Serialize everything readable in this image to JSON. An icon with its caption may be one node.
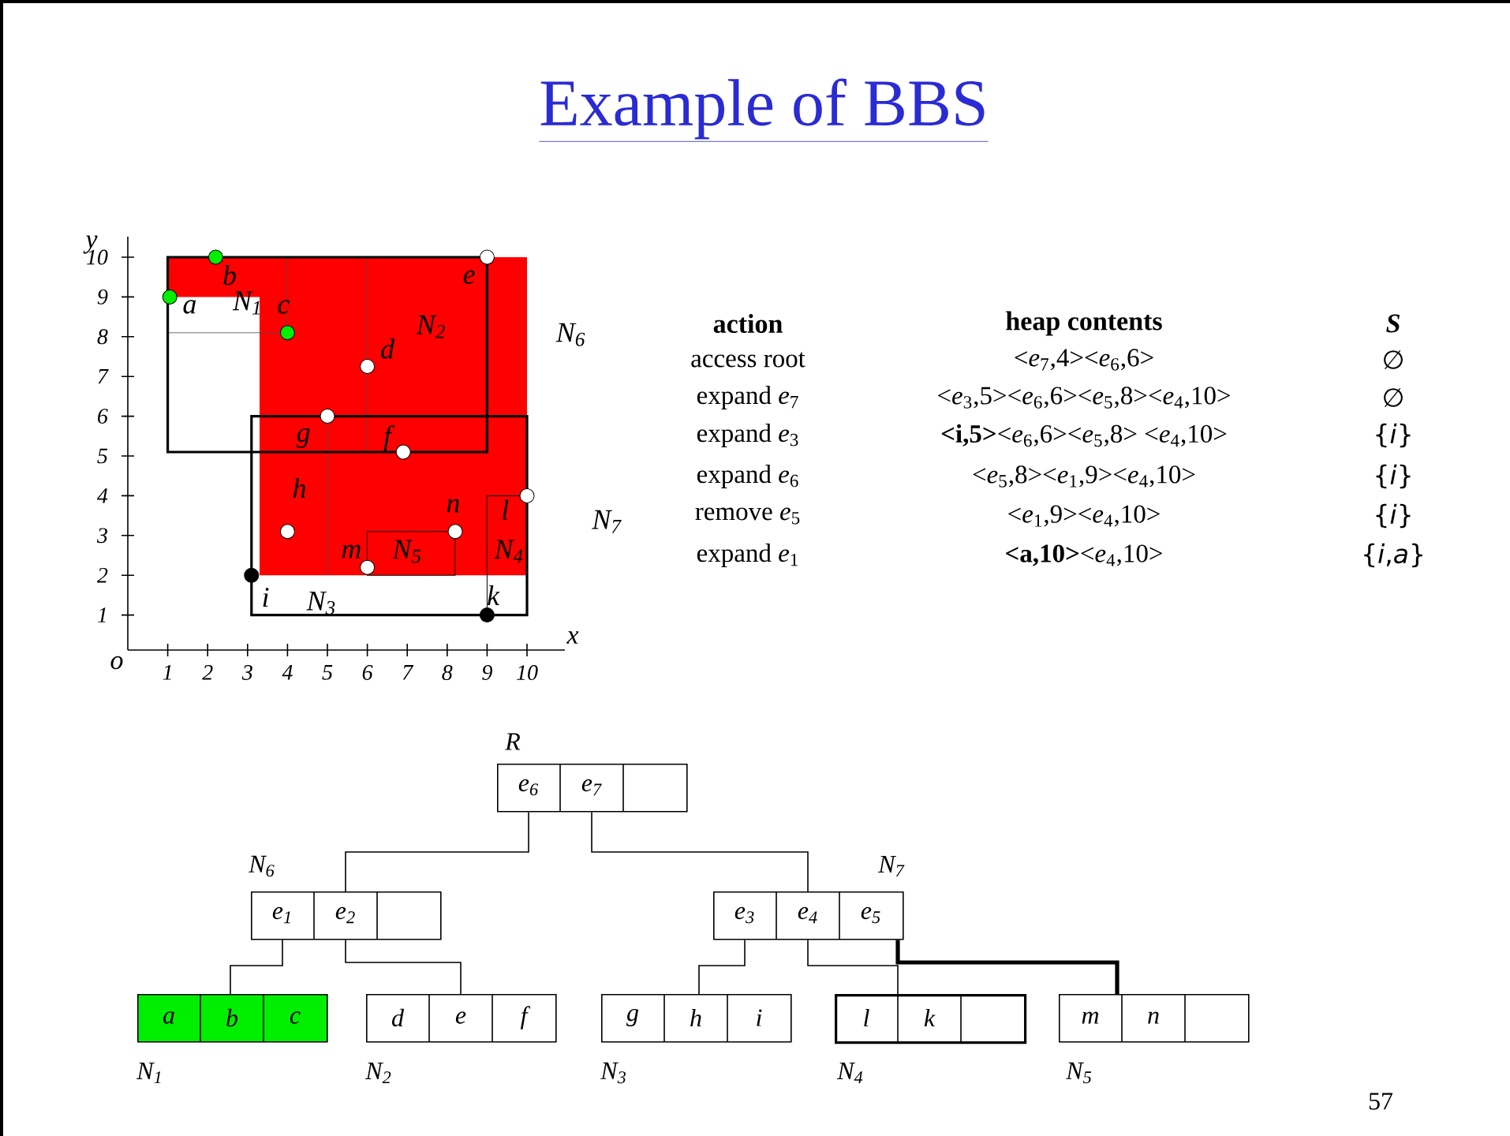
{
  "diagram": {
    "title": "Example of BBS",
    "nodes": [
      {
        "text": [
          "e$_{6}$",
          "e$_{7}$"
        ],
        "beside": [
          "R"
        ]
      },
      {
        "text": [
          "e$_{1}$",
          "e$_{2}$"
        ],
        "beside": [
          "N$_{6}$"
        ]
      },
      {
        "text": [
          "e$_{3}$",
          "e$_{4}$",
          "e$_{5}$"
        ],
        "beside": [
          "N$_{7}$"
        ]
      },
      {
        "text": [
          "a",
          "b",
          "c"
        ],
        "beside": [
          "N$_{1}$"
        ]
      },
      {
        "text": [
          "d",
          "e",
          "f"
        ],
        "beside": [
          "N$_{2}$"
        ]
      },
      {
        "text": [
          "g",
          "h",
          "i"
        ],
        "beside": [
          "N$_{3}$"
        ]
      },
      {
        "text": [
          "l",
          "k"
        ],
        "beside": [
          "N$_{4}$"
        ]
      },
      {
        "text": [
          "m",
          "n"
        ],
        "beside": [
          "N$_{5}$"
        ]
      }
    ],
    "edges": [
      {
        "from": 0,
        "to": 1,
        "arrow": "none"
      },
      {
        "from": 0,
        "to": 2,
        "arrow": "none"
      },
      {
        "from": 1,
        "to": 3,
        "arrow": "none"
      },
      {
        "from": 1,
        "to": 4,
        "arrow": "none"
      },
      {
        "from": 2,
        "to": 5,
        "arrow": "none"
      },
      {
        "from": 2,
        "to": 6,
        "arrow": "none"
      },
      {
        "from": 2,
        "to": 7,
        "arrow": "none",
        "style": "thick"
      }
    ],
    "labels": [
      "y",
      "10",
      "9",
      "8",
      "7",
      "6",
      "5",
      "4",
      "3",
      "2",
      "1",
      "o",
      "1",
      "2",
      "3",
      "4",
      "5",
      "6",
      "7",
      "8",
      "9",
      "10",
      "x",
      "b",
      "e",
      "a",
      "c",
      "d",
      "g",
      "f",
      "h",
      "n",
      "l",
      "m",
      "i",
      "k",
      "N$_{1}$",
      "N$_{2}$",
      "N$_{6}$",
      "N$_{7}$",
      "N$_{5}$",
      "N$_{4}$",
      "N$_{3}$",
      "action",
      "heap contents",
      "S",
      "access root",
      "<*e*$_{7}$,4><*e*$_{6}$,6>",
      "∅",
      "expand *e*$_{7}$",
      "<*e*$_{3}$,5><*e*$_{6}$,6><*e*$_{5}$,8><*e*$_{4}$,10>",
      "∅",
      "expand *e*$_{3}$",
      "**<i,5>**<*e*$_{6}$,6><*e*$_{5}$,8> <*e*$_{4}$,10>",
      "{*i*}",
      "expand *e*$_{6}$",
      "<*e*$_{5}$,8><*e*$_{1}$,9><*e*$_{4}$,10>",
      "{*i*}",
      "remove *e*$_{5}$",
      "<*e*$_{1}$,9><*e*$_{4}$,10>",
      "{*i*}",
      "expand *e*$_{1}$",
      "**<a,10>**<*e*$_{4}$,10>",
      "{*i*,*a*}",
      "57"
    ]
  }
}
